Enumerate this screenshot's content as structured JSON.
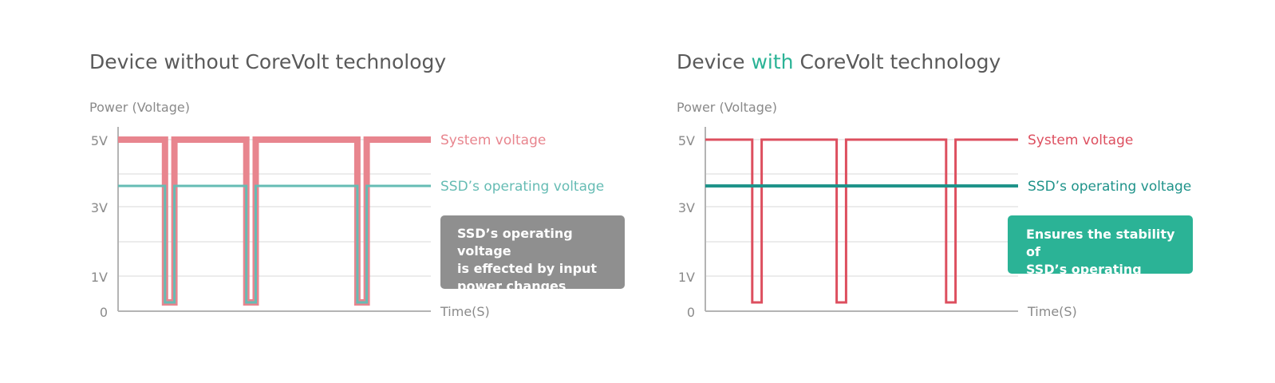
{
  "chart_data": [
    {
      "type": "line",
      "title": "Device without CoreVolt technology",
      "ylabel": "Power (Voltage)",
      "xlabel": "Time(S)",
      "y_ticks": [
        "5V",
        "3V",
        "1V",
        "0"
      ],
      "y_tick_values": [
        5,
        3,
        1,
        0
      ],
      "ylim": [
        0,
        5.4
      ],
      "xlim": [
        0,
        100
      ],
      "grid": true,
      "series": [
        {
          "name": "System voltage",
          "color": "#e8858e",
          "x": [
            0,
            15,
            15,
            18,
            18,
            41,
            41,
            44,
            44,
            76.5,
            76.5,
            79.5,
            79.5,
            100
          ],
          "y": [
            5,
            5,
            0.3,
            0.3,
            5,
            5,
            0.3,
            0.3,
            5,
            5,
            0.3,
            0.3,
            5,
            5
          ]
        },
        {
          "name": "SSD’s operating voltage",
          "color": "#66bcb4",
          "x": [
            0,
            15,
            15,
            18,
            18,
            41,
            41,
            44,
            44,
            76.5,
            76.5,
            79.5,
            79.5,
            100
          ],
          "y": [
            3.65,
            3.65,
            0.3,
            0.3,
            3.65,
            3.65,
            0.3,
            0.3,
            3.65,
            3.65,
            0.3,
            0.3,
            3.65,
            3.65
          ]
        }
      ],
      "annotation": "SSD’s operating voltage is effected by input power changes",
      "annotation_color": "#8f8f8f"
    },
    {
      "type": "line",
      "title": "Device with CoreVolt technology",
      "title_parts": {
        "before": "Device ",
        "highlight": "with",
        "after": " CoreVolt technology"
      },
      "highlight_color": "#2bb396",
      "ylabel": "Power (Voltage)",
      "xlabel": "Time(S)",
      "y_ticks": [
        "5V",
        "3V",
        "1V",
        "0"
      ],
      "y_tick_values": [
        5,
        3,
        1,
        0
      ],
      "ylim": [
        0,
        5.4
      ],
      "xlim": [
        0,
        100
      ],
      "grid": true,
      "series": [
        {
          "name": "System voltage",
          "color": "#dd4f5f",
          "x": [
            0,
            15,
            15,
            18,
            18,
            42,
            42,
            45,
            45,
            77,
            77,
            80,
            80,
            100
          ],
          "y": [
            5,
            5,
            0.3,
            0.3,
            5,
            5,
            0.3,
            0.3,
            5,
            5,
            0.3,
            0.3,
            5,
            5
          ]
        },
        {
          "name": "SSD’s operating voltage",
          "color": "#1f938a",
          "x": [
            0,
            100
          ],
          "y": [
            3.65,
            3.65
          ]
        }
      ],
      "annotation": "Ensures the stability of SSD’s operating voltage",
      "annotation_color": "#2bb396"
    }
  ],
  "left": {
    "title": "Device without CoreVolt technology",
    "callout_lines": [
      "SSD’s operating voltage",
      "is effected by input",
      "power changes"
    ]
  },
  "right": {
    "title_before": "Device ",
    "title_highlight": "with",
    "title_after": " CoreVolt technology",
    "callout_lines": [
      "Ensures the stability of",
      "SSD’s operating voltage"
    ]
  },
  "colors": {
    "text_dark": "#5a5a5a",
    "text_axis": "#8a8a8a",
    "grid": "#e6e6e6",
    "axis": "#b4b4b4"
  }
}
